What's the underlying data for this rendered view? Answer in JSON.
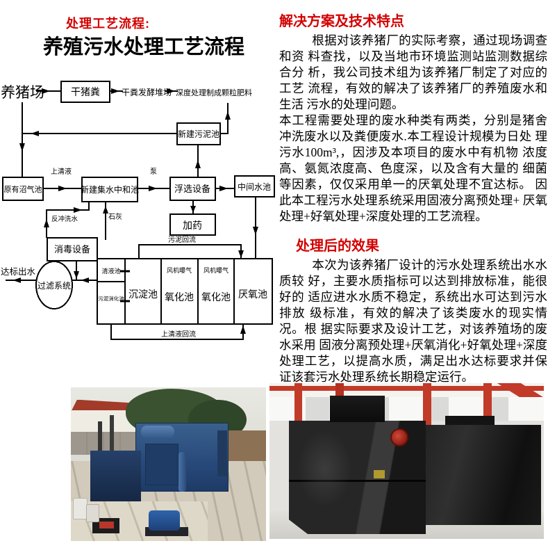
{
  "colors": {
    "heading_red": "#d30000",
    "text": "#000000",
    "line": "#000000"
  },
  "left": {
    "subtitle": "处理工艺流程:",
    "title": "养殖污水处理工艺流程"
  },
  "flowchart": {
    "nodes": {
      "pig_farm": "养猪场",
      "dry_manure": "干猪粪",
      "compost_yard": "干粪发酵堆场",
      "fertilizer": "深度处理制成颗粒肥料",
      "new_sludge_tank": "新建污泥池",
      "biogas_tank": "原有沼气池",
      "collection_tank": "新建集水中和池",
      "flotation": "浮选设备",
      "middle_tank": "中间水池",
      "dosing": "加药",
      "disinfection": "消毒设备",
      "filter_system": "过滤系统",
      "clear_tank": "清液池",
      "sludge_digestion": "污泥消化池",
      "sedimentation": "沉淀池",
      "oxidation1": "氧化池",
      "oxidation2": "氧化池",
      "anaerobic": "厌氧池",
      "discharge": "达标出水"
    },
    "labels": {
      "supernatant": "上清液",
      "pump": "泵",
      "backwash": "反冲洗水",
      "lime": "石灰",
      "sludge_return": "污泥回流",
      "blower1": "风机曝气",
      "blower2": "风机曝气",
      "supernatant_return": "上清液回流"
    }
  },
  "right": {
    "heading1": "解决方案及技术特点",
    "para1": "根据对该养猪厂的实际考察，通过现场调查和资 料查找，以及当地市环境监测站监测数据综合分 析，我公司技术组为该养猪厂制定了对应的工艺 流程，有效的解决了该养猪厂的养殖废水和生活 污水的处理问题。",
    "para2": "本工程需要处理的废水种类有两类，分别是猪舍 冲洗废水以及粪便废水.本工程设计规模为日处 理污水100m³,，因涉及本项目的废水中有机物 浓度高、氨氮浓度高、色度深，以及含有大量的 细菌等因素，仅仅采用单一的厌氧处理不宜达标。 因此本工程污水处理系统采用固液分离预处理+ 厌氧处理+好氧处理+深度处理的工艺流程。",
    "heading2": "处理后的效果",
    "para3": "本次为该养猪厂设计的污水处理系统出水水质较 好，主要水质指标可以达到排放标准，能很好的 适应进水水质不稳定，系统出水可达到污水排放 级标准，有效的解决了该类废水的现实情况。根 据实际要求及设计工艺，对该养殖场的废水采用 固液分离预处理+厌氧消化+好氧处理+深度 处理工艺，以提高水质，满足出水达标要求并保 证该套污水处理系统长期稳定运行。"
  }
}
